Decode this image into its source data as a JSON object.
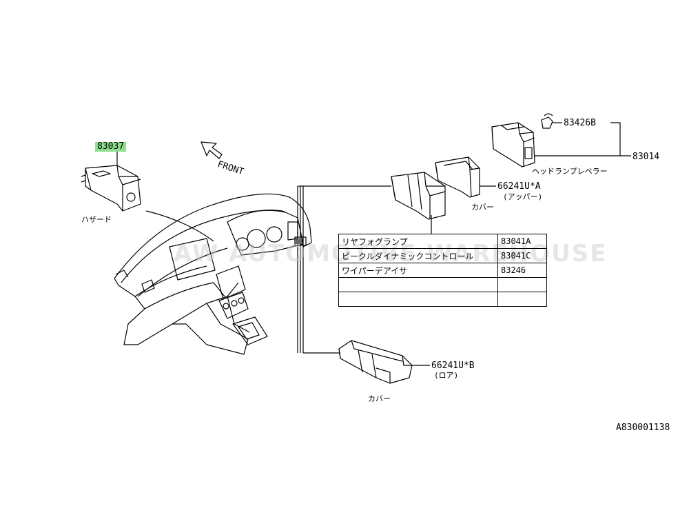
{
  "parts": {
    "hazard_part_no": "83037",
    "hazard_label": "ハザード",
    "front_label": "FRONT",
    "upper_cover_part_no": "66241U*A",
    "upper_cover_sub": "(アッパー)",
    "upper_cover_label": "カバー",
    "lower_cover_part_no": "66241U*B",
    "lower_cover_sub": "(ロア)",
    "lower_cover_label": "カバー",
    "bulb_part_no": "83426B",
    "leveler_part_no": "83014",
    "leveler_label": "ヘッドランプレベラー"
  },
  "switch_table": {
    "rows": [
      {
        "name": "リヤフォグランプ",
        "part": "83041A"
      },
      {
        "name": "ビークルダイナミックコントロール",
        "part": "83041C"
      },
      {
        "name": "ワイパーデアイサ",
        "part": "83246"
      },
      {
        "name": "",
        "part": ""
      },
      {
        "name": "",
        "part": ""
      }
    ]
  },
  "watermark": "AW AUTOMOTIVE WAREHOUSE",
  "figure_id": "A830001138",
  "colors": {
    "highlight": "#8ee08e",
    "line": "#000000"
  }
}
